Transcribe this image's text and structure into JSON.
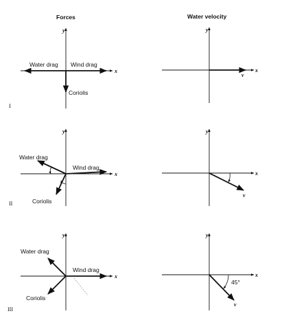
{
  "headers": {
    "forces": "Forces",
    "water_velocity": "Water velocity"
  },
  "axis_labels": {
    "x": "x",
    "y": "y",
    "v": "v"
  },
  "labels": {
    "water_drag": "Water drag",
    "wind_drag": "Wind drag",
    "coriolis": "Coriolis",
    "angle": "45°"
  },
  "rows": [
    {
      "roman": "I"
    },
    {
      "roman": "II"
    },
    {
      "roman": "III"
    }
  ]
}
